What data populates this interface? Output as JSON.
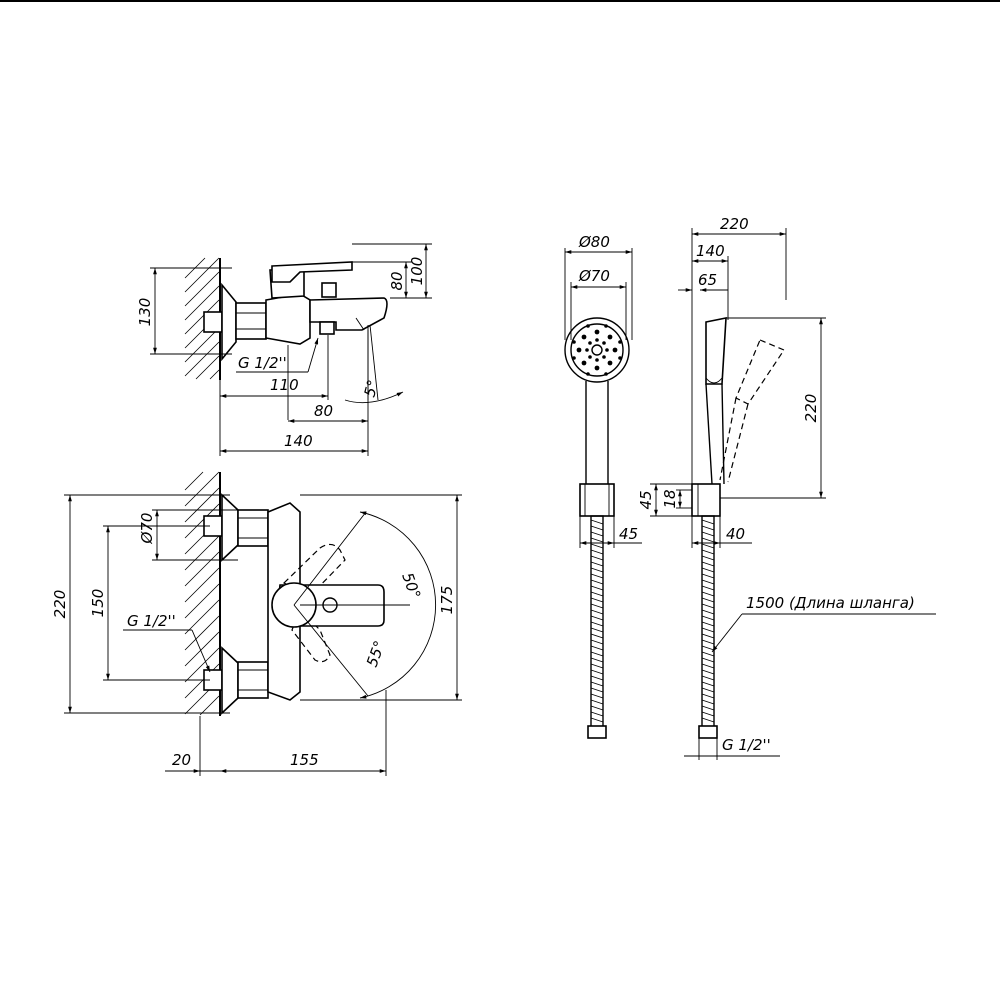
{
  "side_view": {
    "dim_height_total": "130",
    "dim_lever_top": "80",
    "dim_lever_top_total": "100",
    "thread": "G 1/2''",
    "dim_110": "110",
    "dim_80": "80",
    "dim_140": "140",
    "angle_spout": "5°"
  },
  "front_view": {
    "dim_diameter": "Ø70",
    "dim_220": "220",
    "dim_150": "150",
    "thread": "G 1/2''",
    "angle_50": "50°",
    "angle_55": "55°",
    "dim_175": "175",
    "dim_20": "20",
    "dim_155": "155"
  },
  "hand_shower": {
    "dim_d80": "Ø80",
    "dim_d70": "Ø70",
    "dim_45": "45"
  },
  "holder_view": {
    "dim_220_top": "220",
    "dim_140": "140",
    "dim_65": "65",
    "dim_220_height": "220",
    "dim_45": "45",
    "dim_18": "18",
    "dim_40": "40",
    "hose_length": "1500 (Длина шланга)",
    "thread": "G 1/2''"
  }
}
